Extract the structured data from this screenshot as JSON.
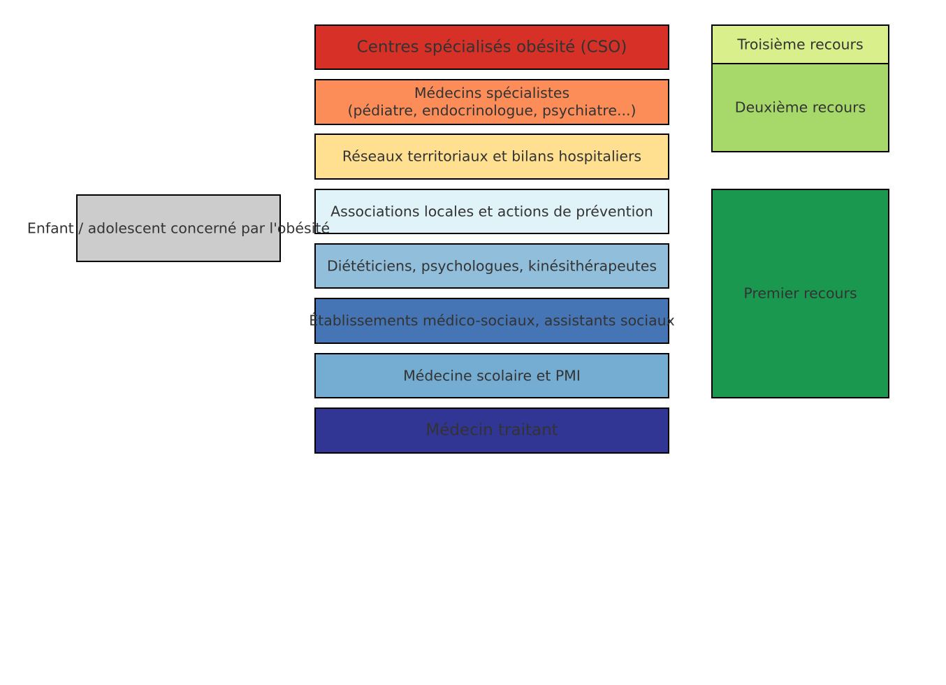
{
  "diagram": {
    "patient": {
      "label": "Enfant / adolescent concerné par l'obésité",
      "color": "#cccccc"
    },
    "resources": [
      {
        "label": "Centres spécialisés obésité (CSO)",
        "color": "#d73027"
      },
      {
        "label": "Médecins spécialistes\n(pédiatre, endocrinologue, psychiatre...)",
        "color": "#fc8d59"
      },
      {
        "label": "Réseaux territoriaux et bilans hospitaliers",
        "color": "#fee090"
      },
      {
        "label": "Associations locales et actions de prévention",
        "color": "#e0f3f8"
      },
      {
        "label": "Diététiciens, psychologues, kinésithérapeutes",
        "color": "#91bfdb"
      },
      {
        "label": "Établissements médico-sociaux, assistants sociaux",
        "color": "#4575b4"
      },
      {
        "label": "Médecine scolaire et PMI",
        "color": "#74add1"
      },
      {
        "label": "Médecin traitant",
        "color": "#313695"
      }
    ],
    "levels": [
      {
        "label": "Troisième recours",
        "color": "#d9ef8b"
      },
      {
        "label": "Deuxième recours",
        "color": "#a6d96a"
      },
      {
        "label": "Premier recours",
        "color": "#1a9850"
      }
    ],
    "text_color": "#333333",
    "border_color": "#000000"
  }
}
